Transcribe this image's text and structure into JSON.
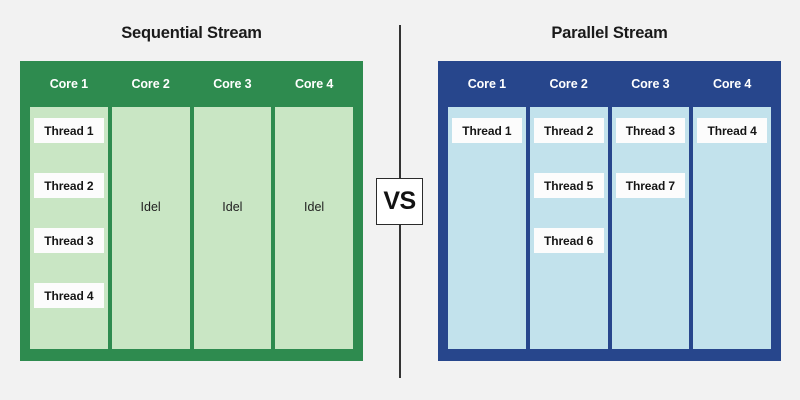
{
  "diagram": {
    "background_color": "#f2f2f2",
    "divider_label": "VS"
  },
  "panels": [
    {
      "key": "sequential",
      "title": "Sequential Stream",
      "accent_color": "#2e8b4f",
      "column_fill_color": "#c9e6c4",
      "columns": [
        {
          "header": "Core 1",
          "threads": [
            "Thread 1",
            "Thread 2",
            "Thread 3",
            "Thread 4"
          ],
          "idle_label": ""
        },
        {
          "header": "Core 2",
          "threads": [],
          "idle_label": "Idel"
        },
        {
          "header": "Core 3",
          "threads": [],
          "idle_label": "Idel"
        },
        {
          "header": "Core 4",
          "threads": [],
          "idle_label": "Idel"
        }
      ]
    },
    {
      "key": "parallel",
      "title": "Parallel Stream",
      "accent_color": "#27468c",
      "column_fill_color": "#c2e2ec",
      "columns": [
        {
          "header": "Core 1",
          "threads": [
            "Thread 1"
          ],
          "idle_label": ""
        },
        {
          "header": "Core 2",
          "threads": [
            "Thread 2",
            "Thread 5",
            "Thread 6"
          ],
          "idle_label": ""
        },
        {
          "header": "Core 3",
          "threads": [
            "Thread 3",
            "Thread 7"
          ],
          "idle_label": ""
        },
        {
          "header": "Core 4",
          "threads": [
            "Thread 4"
          ],
          "idle_label": ""
        }
      ]
    }
  ]
}
